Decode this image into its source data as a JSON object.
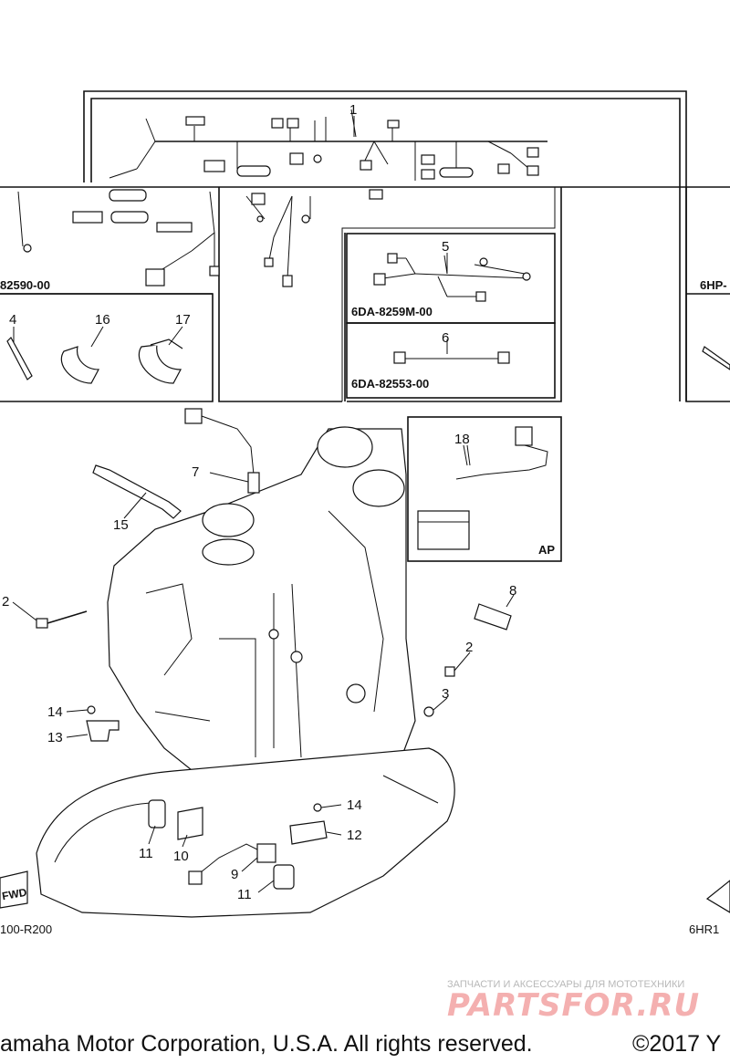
{
  "callouts": {
    "c1": "1",
    "c2a": "2",
    "c2b": "2",
    "c3": "3",
    "c4": "4",
    "c5": "5",
    "c6": "6",
    "c7": "7",
    "c8": "8",
    "c9": "9",
    "c10": "10",
    "c11a": "11",
    "c11b": "11",
    "c12": "12",
    "c13": "13",
    "c14a": "14",
    "c14b": "14",
    "c15": "15",
    "c16": "16",
    "c17": "17",
    "c18": "18"
  },
  "codes": {
    "left_harness": "82590-00",
    "sub_harness_5": "6DA-8259M-00",
    "sub_harness_6": "6DA-82553-00",
    "right_partial": "6HP-",
    "ap_label": "AP",
    "left_bottom": "100-R200",
    "right_bottom": "6HR1",
    "fwd": "FWD"
  },
  "watermark": {
    "tagline": "ЗАПЧАСТИ И АКСЕССУАРЫ ДЛЯ МОТОТЕХНИКИ",
    "logo": "PARTSFOR.RU"
  },
  "footer": {
    "rights": "amaha Motor Corporation, U.S.A. All rights reserved.",
    "copyright": "©2017 Y"
  },
  "colors": {
    "line": "#111111",
    "watermark_red": "#f4b0b0",
    "watermark_grey": "#b8b8b8"
  }
}
